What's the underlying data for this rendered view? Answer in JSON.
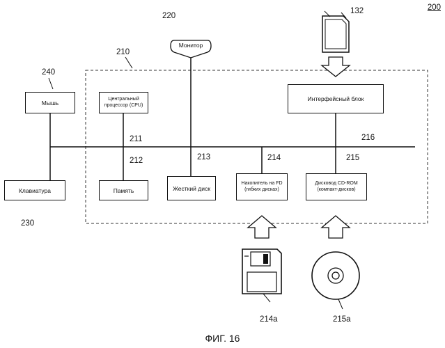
{
  "figure_number": "200",
  "caption": "ФИГ. 16",
  "refs": {
    "r210": "210",
    "r220": "220",
    "r132": "132",
    "r240": "240",
    "r211": "211",
    "r212": "212",
    "r213": "213",
    "r214": "214",
    "r215": "215",
    "r216": "216",
    "r230": "230",
    "r214a": "214a",
    "r215a": "215a"
  },
  "components": {
    "monitor": "Монитор",
    "mouse": "Мышь",
    "cpu": "Центральный процессор (CPU)",
    "interface_unit": "Интерфейсный блок",
    "keyboard": "Клавиатура",
    "memory": "Память",
    "hard_disk": "Жесткий диск",
    "fd_drive": "Накопитель на FD (гибких дисках)",
    "cdrom_drive": "Дисковод CD-ROM (компакт-дисков)"
  }
}
